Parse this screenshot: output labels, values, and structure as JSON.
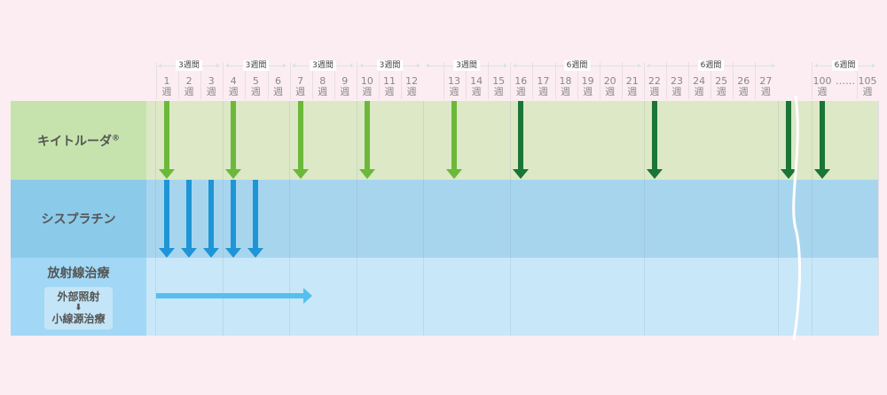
{
  "weeks": [
    {
      "n": "1",
      "u": "週"
    },
    {
      "n": "2",
      "u": "週"
    },
    {
      "n": "3",
      "u": "週"
    },
    {
      "n": "4",
      "u": "週"
    },
    {
      "n": "5",
      "u": "週"
    },
    {
      "n": "6",
      "u": "週"
    },
    {
      "n": "7",
      "u": "週"
    },
    {
      "n": "8",
      "u": "週"
    },
    {
      "n": "9",
      "u": "週"
    },
    {
      "n": "10",
      "u": "週"
    },
    {
      "n": "11",
      "u": "週"
    },
    {
      "n": "12",
      "u": "週"
    },
    {
      "n": "13",
      "u": "週"
    },
    {
      "n": "14",
      "u": "週"
    },
    {
      "n": "15",
      "u": "週"
    },
    {
      "n": "16",
      "u": "週"
    },
    {
      "n": "17",
      "u": "週"
    },
    {
      "n": "18",
      "u": "週"
    },
    {
      "n": "19",
      "u": "週"
    },
    {
      "n": "20",
      "u": "週"
    },
    {
      "n": "21",
      "u": "週"
    },
    {
      "n": "22",
      "u": "週"
    },
    {
      "n": "23",
      "u": "週"
    },
    {
      "n": "24",
      "u": "週"
    },
    {
      "n": "25",
      "u": "週"
    },
    {
      "n": "26",
      "u": "週"
    },
    {
      "n": "27",
      "u": "週"
    },
    {
      "n": "100",
      "u": "週"
    },
    {
      "n": "105",
      "u": "週"
    }
  ],
  "ellipsis": "……",
  "intervals": [
    "3週間",
    "3週間",
    "3週間",
    "3週間",
    "3週間",
    "6週間",
    "6週間",
    "6週間"
  ],
  "rows": {
    "keytruda": {
      "label": "キイトルーダ",
      "sup": "®"
    },
    "cisplatin": {
      "label": "シスプラチン"
    },
    "radiation": {
      "label": "放射線治療",
      "sub1": "外部照射",
      "sub_arrow": "⬇",
      "sub2": "小線源治療"
    }
  },
  "keytruda_doses": [
    {
      "week": 1,
      "phase": "q3w"
    },
    {
      "week": 4,
      "phase": "q3w"
    },
    {
      "week": 7,
      "phase": "q3w"
    },
    {
      "week": 10,
      "phase": "q3w"
    },
    {
      "week": 13,
      "phase": "q3w"
    },
    {
      "week": 16,
      "phase": "q6w"
    },
    {
      "week": 22,
      "phase": "q6w"
    },
    {
      "week": 28,
      "phase": "q6w"
    },
    {
      "week": 100,
      "phase": "q6w"
    }
  ],
  "cisplatin_doses": [
    1,
    2,
    3,
    4,
    5
  ],
  "radiation_weeks": [
    1,
    7
  ],
  "colors": {
    "q3w": "#6cb83a",
    "q6w": "#1a7536",
    "cisplatin": "#1e95d6",
    "radiation": "#55c0ee"
  }
}
